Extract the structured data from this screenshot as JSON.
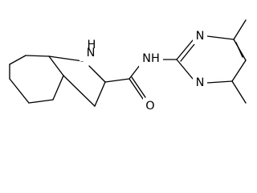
{
  "molecule": {
    "atoms": {
      "nh_ring": "N",
      "h_ring": "H",
      "nh_amide": "NH",
      "o_amide": "O",
      "n_pyr_top": "N",
      "n_pyr_bottom": "N"
    }
  }
}
